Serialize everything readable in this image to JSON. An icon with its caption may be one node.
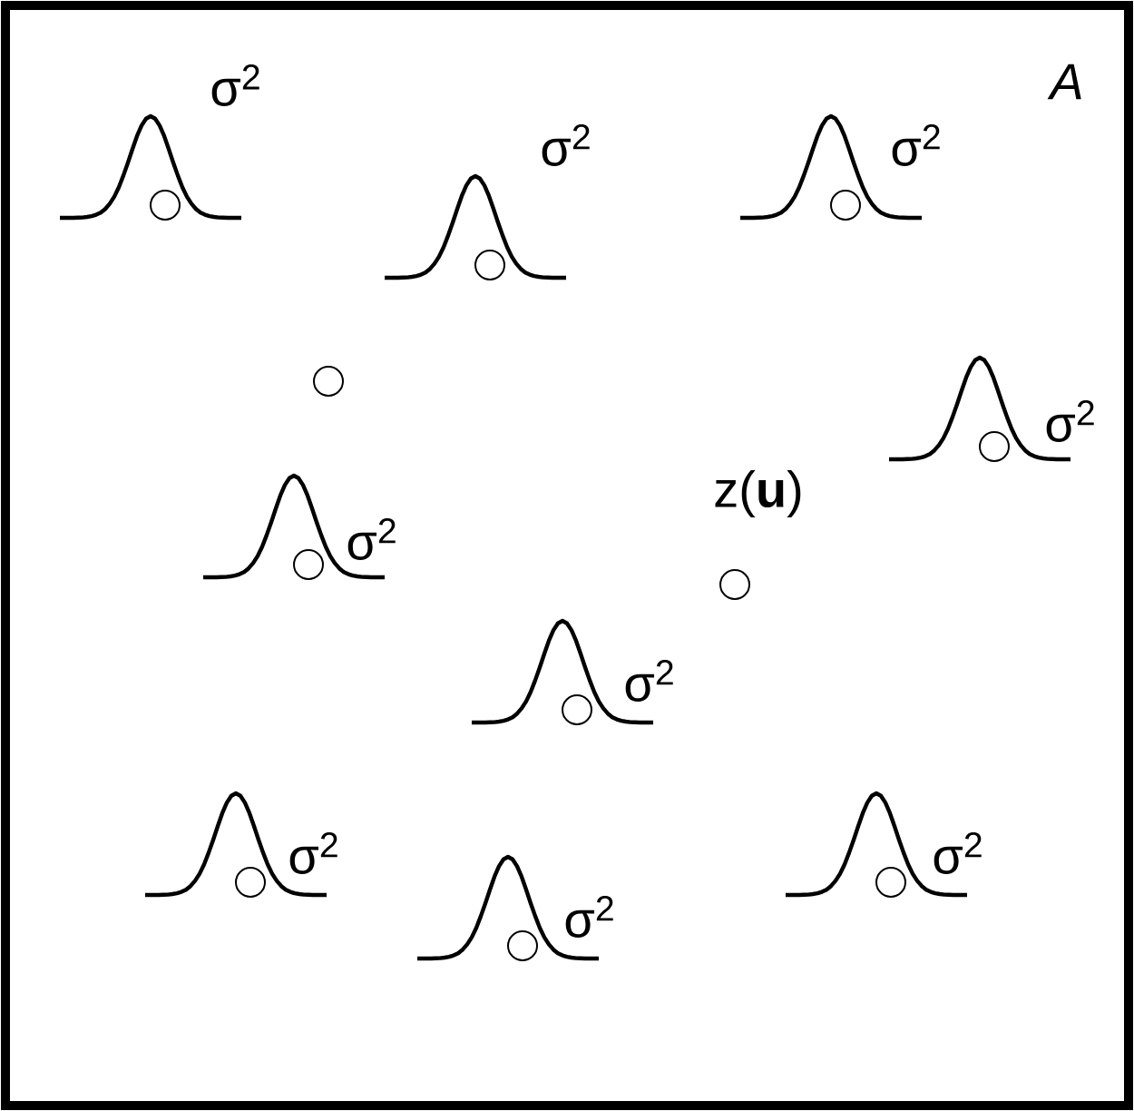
{
  "diagram": {
    "labels": [
      "*A*",
      "σ$^{2}$",
      "σ$^{2}$",
      "σ$^{2}$",
      "σ$^{2}$",
      "z(**u**)",
      "σ$^{2}$",
      "σ$^{2}$",
      "σ$^{2}$",
      "σ$^{2}$",
      "σ$^{2}$"
    ]
  }
}
